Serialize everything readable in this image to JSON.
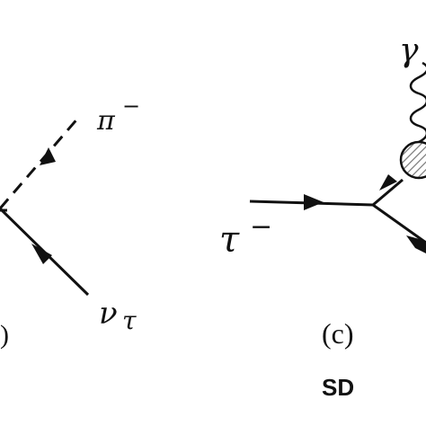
{
  "left_panel": {
    "pion_label": "π",
    "pion_charge": "−",
    "neutrino_label": "ν",
    "neutrino_subscript": "τ",
    "panel_tag_fragment": ")"
  },
  "right_panel": {
    "photon_label": "γ",
    "tau_label": "τ",
    "tau_charge": "−",
    "panel_tag": "(c)",
    "caption": "SD"
  }
}
